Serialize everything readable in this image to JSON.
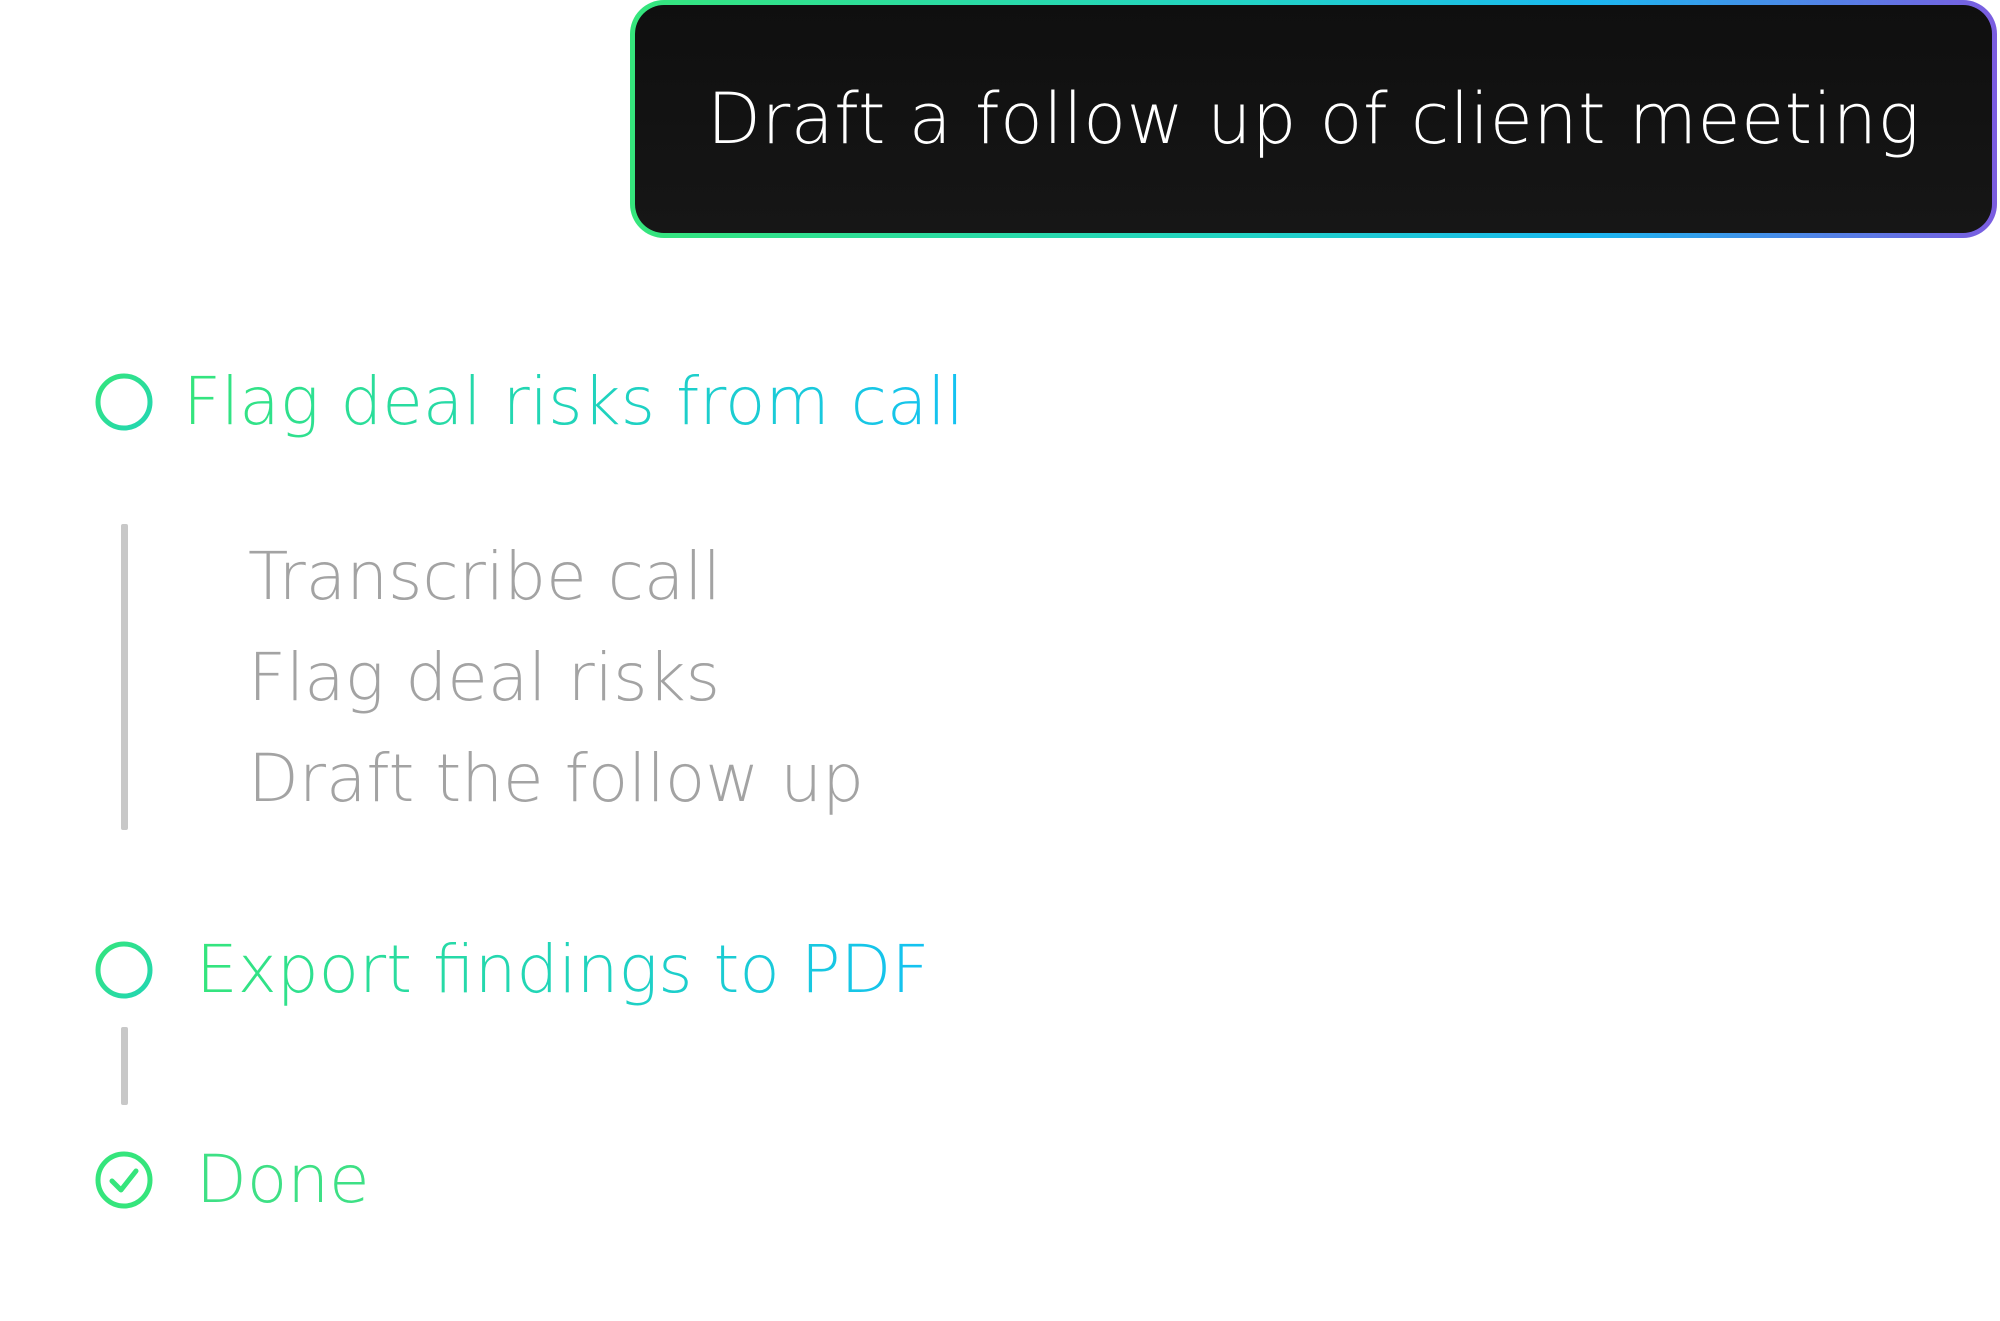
{
  "prompt": {
    "text": "Draft a follow up of client meeting"
  },
  "steps": [
    {
      "label": "Flag deal risks from call",
      "status": "pending",
      "icon": "circle-icon"
    },
    {
      "label": "Export findings to PDF",
      "status": "pending",
      "icon": "circle-icon"
    },
    {
      "label": "Done",
      "status": "complete",
      "icon": "check-circle-icon"
    }
  ],
  "substeps": [
    {
      "label": "Transcribe call"
    },
    {
      "label": "Flag deal risks"
    },
    {
      "label": "Draft the follow up"
    }
  ],
  "colors": {
    "accent_green": "#35e57c",
    "accent_cyan": "#14c2f2",
    "accent_purple": "#7b5ce0",
    "prompt_background": "#121212",
    "substep_text": "#a3a3a3",
    "connector": "#c8c8c8"
  }
}
